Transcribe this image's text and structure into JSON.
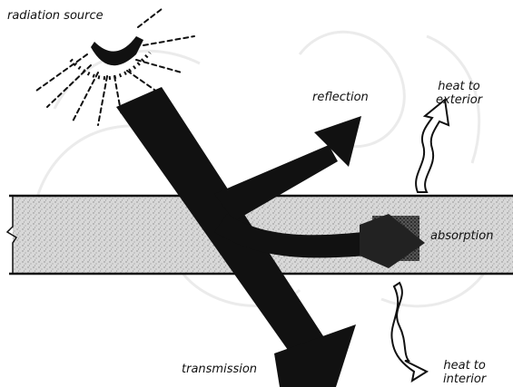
{
  "diagram": {
    "labels": {
      "radiation_source": "radiation source",
      "reflection": "reflection",
      "heat_to_exterior_line1": "heat to",
      "heat_to_exterior_line2": "exterior",
      "absorption": "absorption",
      "transmission": "transmission",
      "heat_to_interior_line1": "heat to",
      "heat_to_interior_line2": "interior"
    },
    "colors": {
      "ink": "#111111",
      "slab_fill": "#d4d4d4",
      "watermark": "#ebebeb",
      "background": "#ffffff"
    }
  }
}
